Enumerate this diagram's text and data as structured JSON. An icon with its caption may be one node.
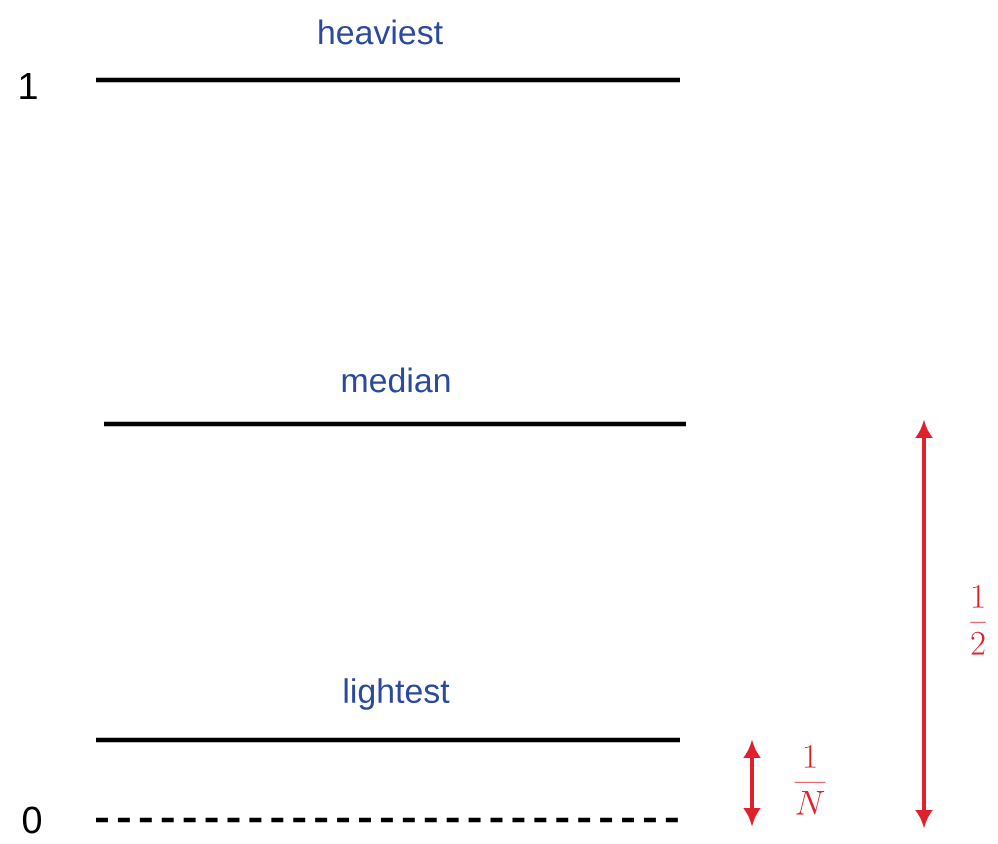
{
  "diagram": {
    "nodes": [
      {
        "text": [
          "heaviest"
        ]
      },
      {
        "text": [
          "median"
        ]
      },
      {
        "text": [
          "lightest"
        ]
      }
    ],
    "labels": [
      "1",
      "\\frac{1}{2}",
      "\\frac{1}{N}",
      "0"
    ]
  }
}
